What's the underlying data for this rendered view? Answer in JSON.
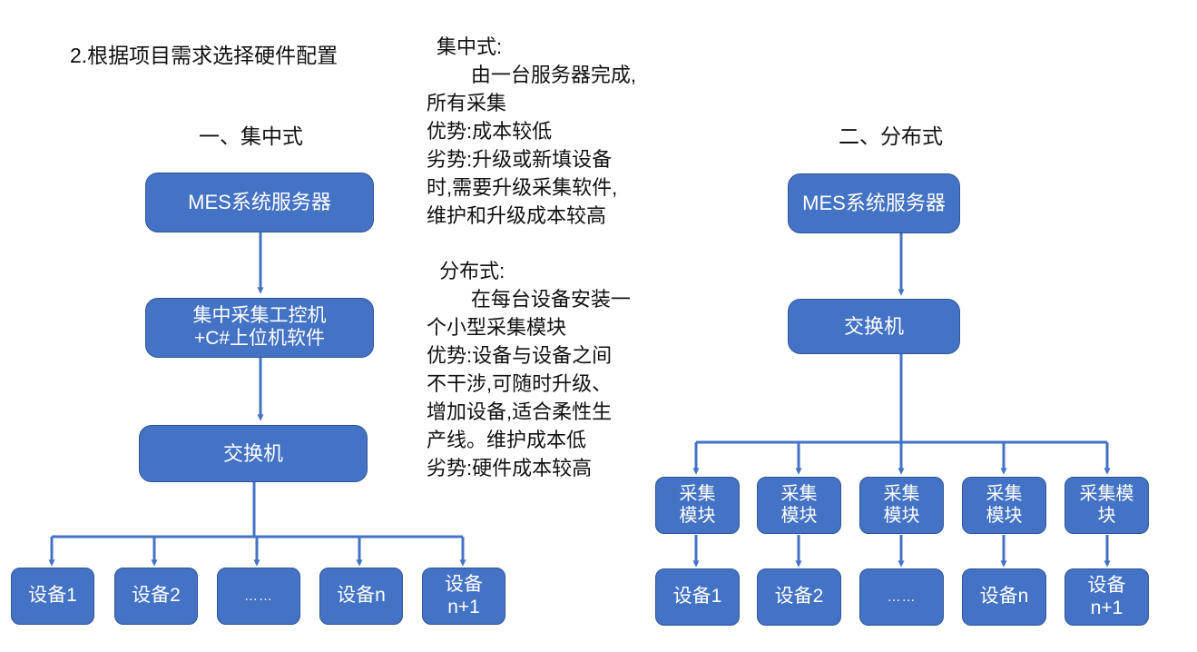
{
  "page": {
    "title": "2.根据项目需求选择硬件配置",
    "accent_color": "#4472C4",
    "border_color": "#2F5597",
    "text_color": "#111111",
    "box_text_color": "#FFFFFF"
  },
  "left_section": {
    "title": "一、集中式",
    "nodes": {
      "server": "MES系统服务器",
      "collector_line1": "集中采集工控机",
      "collector_line2": "+C#上位机软件",
      "switch": "交换机"
    },
    "devices": [
      "设备1",
      "设备2",
      "……",
      "设备n",
      "设备\nn+1"
    ]
  },
  "right_section": {
    "title": "二、分布式",
    "nodes": {
      "server": "MES系统服务器",
      "switch": "交换机"
    },
    "modules": [
      "采集\n模块",
      "采集\n模块",
      "采集\n模块",
      "采集\n模块",
      "采集模\n块"
    ],
    "devices": [
      "设备1",
      "设备2",
      "……",
      "设备n",
      "设备\nn+1"
    ]
  },
  "notes": {
    "centralized": {
      "heading": "集中式:",
      "body": "        由一台服务器完成,\n所有采集",
      "advantage": "优势:成本较低",
      "disadvantage": "劣势:升级或新填设备\n时,需要升级采集软件,\n维护和升级成本较高"
    },
    "distributed": {
      "heading": " 分布式:",
      "body": "        在每台设备安装一\n个小型采集模块",
      "advantage": "优势:设备与设备之间\n不干涉,可随时升级、\n增加设备,适合柔性生\n产线。维护成本低",
      "disadvantage": "劣势:硬件成本较高"
    }
  }
}
